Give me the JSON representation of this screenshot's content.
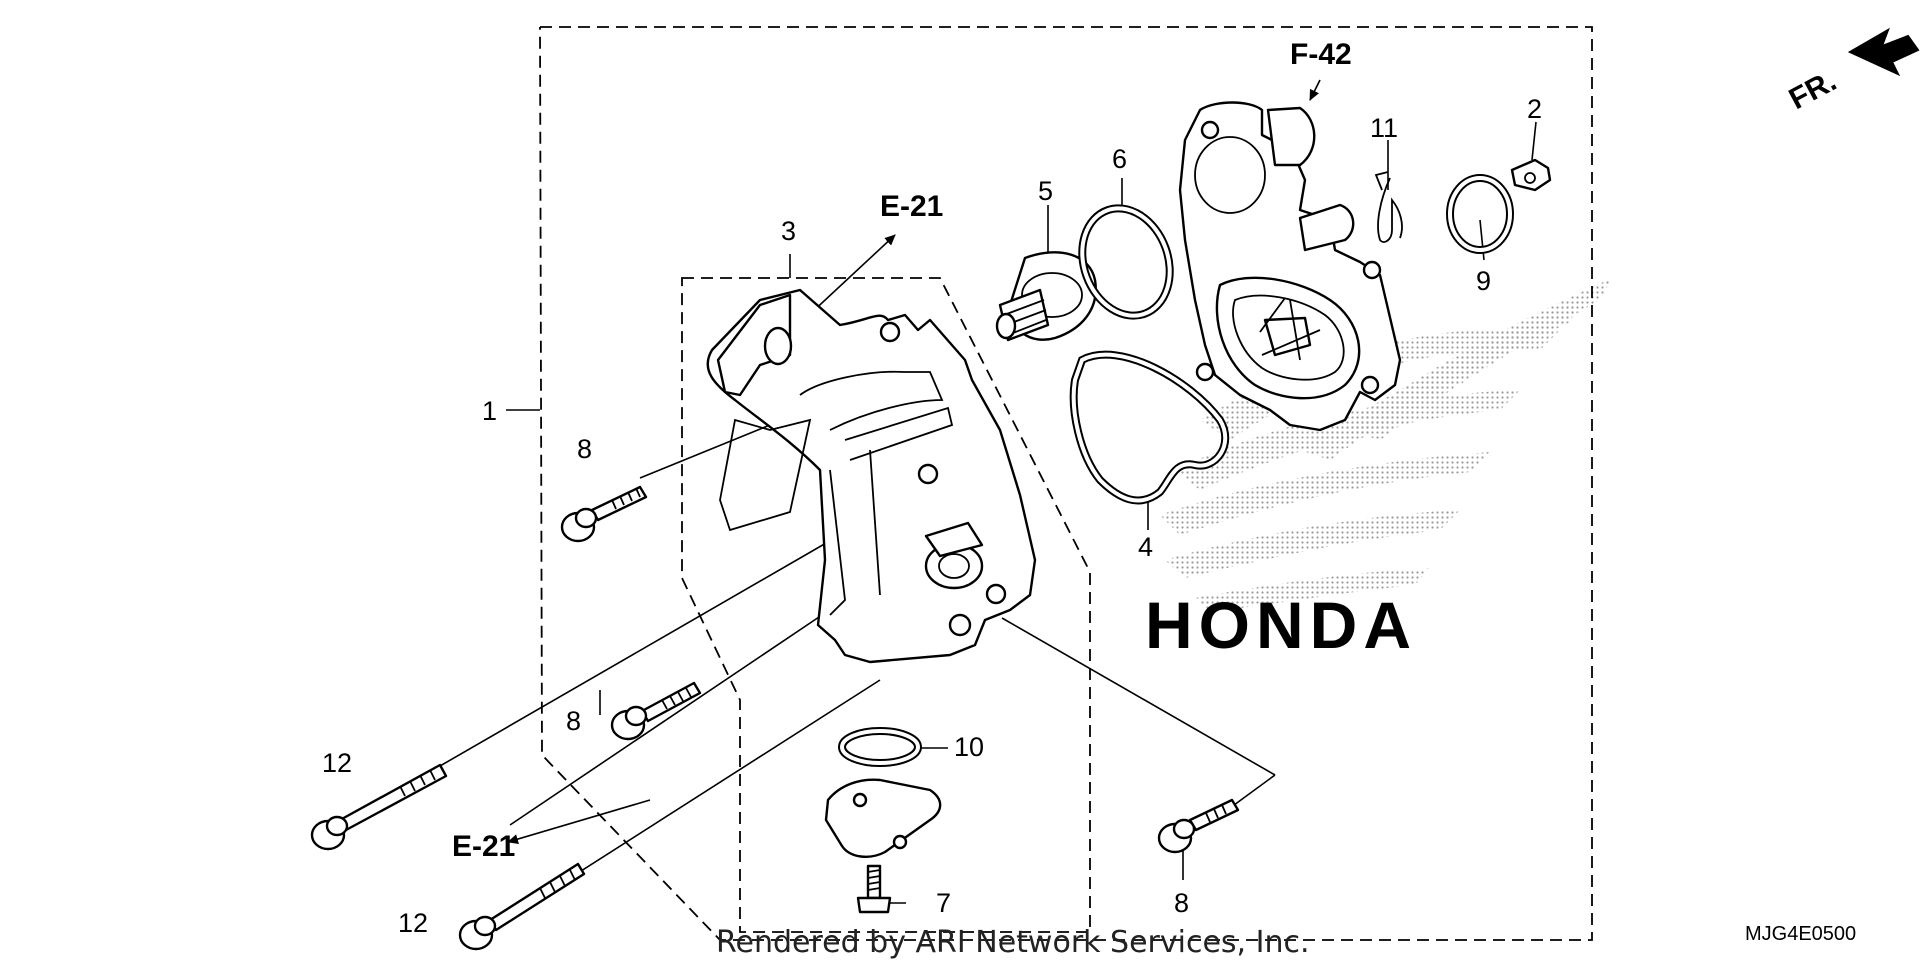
{
  "diagram": {
    "callouts": {
      "p1": "1",
      "p2": "2",
      "p3": "3",
      "p4": "4",
      "p5": "5",
      "p6": "6",
      "p7": "7",
      "p8a": "8",
      "p8b": "8",
      "p8c": "8",
      "p9": "9",
      "p10": "10",
      "p11": "11",
      "p12a": "12",
      "p12b": "12"
    },
    "references": {
      "e21_top": "E-21",
      "e21_bottom": "E-21",
      "f42": "F-42",
      "front": "FR."
    },
    "watermark": "HONDA",
    "diagram_code": "MJG4E0500",
    "credit": "Rendered by ARI Network Services, Inc."
  }
}
